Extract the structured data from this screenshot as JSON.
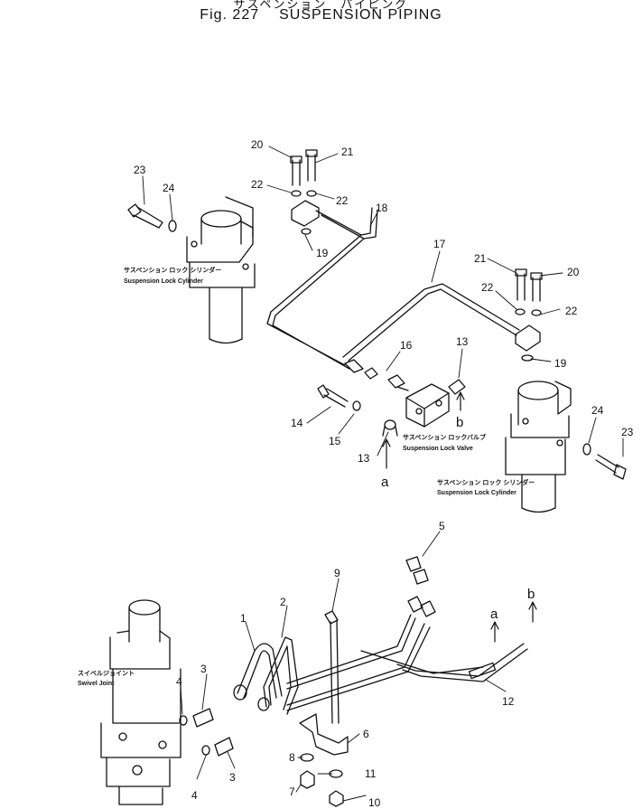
{
  "header": {
    "title_jp": "サスペンション　パイピング",
    "fig_number": "Fig. 227",
    "title": "SUSPENSION PIPING"
  },
  "labels": {
    "lock_cyl_left_jp": "サスペンション ロック シリンダー",
    "lock_cyl_left_en": "Suspension Lock Cylinder",
    "lock_valve_jp": "サスペンション ロックバルブ",
    "lock_valve_en": "Suspension Lock Valve",
    "lock_cyl_right_jp": "サスペンション ロック シリンダー",
    "lock_cyl_right_en": "Suspension Lock Cylinder",
    "swivel_jp": "スイベルジョイント",
    "swivel_en": "Swivel Joint"
  },
  "callouts": {
    "c20a": "20",
    "c21a": "21",
    "c22a": "22",
    "c22b": "22",
    "c23a": "23",
    "c24a": "24",
    "c18": "18",
    "c19a": "19",
    "c17": "17",
    "c21b": "21",
    "c20b": "20",
    "c22c": "22",
    "c22d": "22",
    "c19b": "19",
    "c16": "16",
    "c13a": "13",
    "c14": "14",
    "c15": "15",
    "c13b": "13",
    "c24b": "24",
    "c23b": "23",
    "c5": "5",
    "c9": "9",
    "c2": "2",
    "c1": "1",
    "c3a": "3",
    "c4a": "4",
    "c4b": "4",
    "c3b": "3",
    "c6": "6",
    "c8": "8",
    "c7": "7",
    "c11": "11",
    "c10": "10",
    "c12": "12"
  },
  "connection_marks": {
    "a1": "a",
    "b1": "b",
    "a2": "a",
    "b2": "b"
  }
}
